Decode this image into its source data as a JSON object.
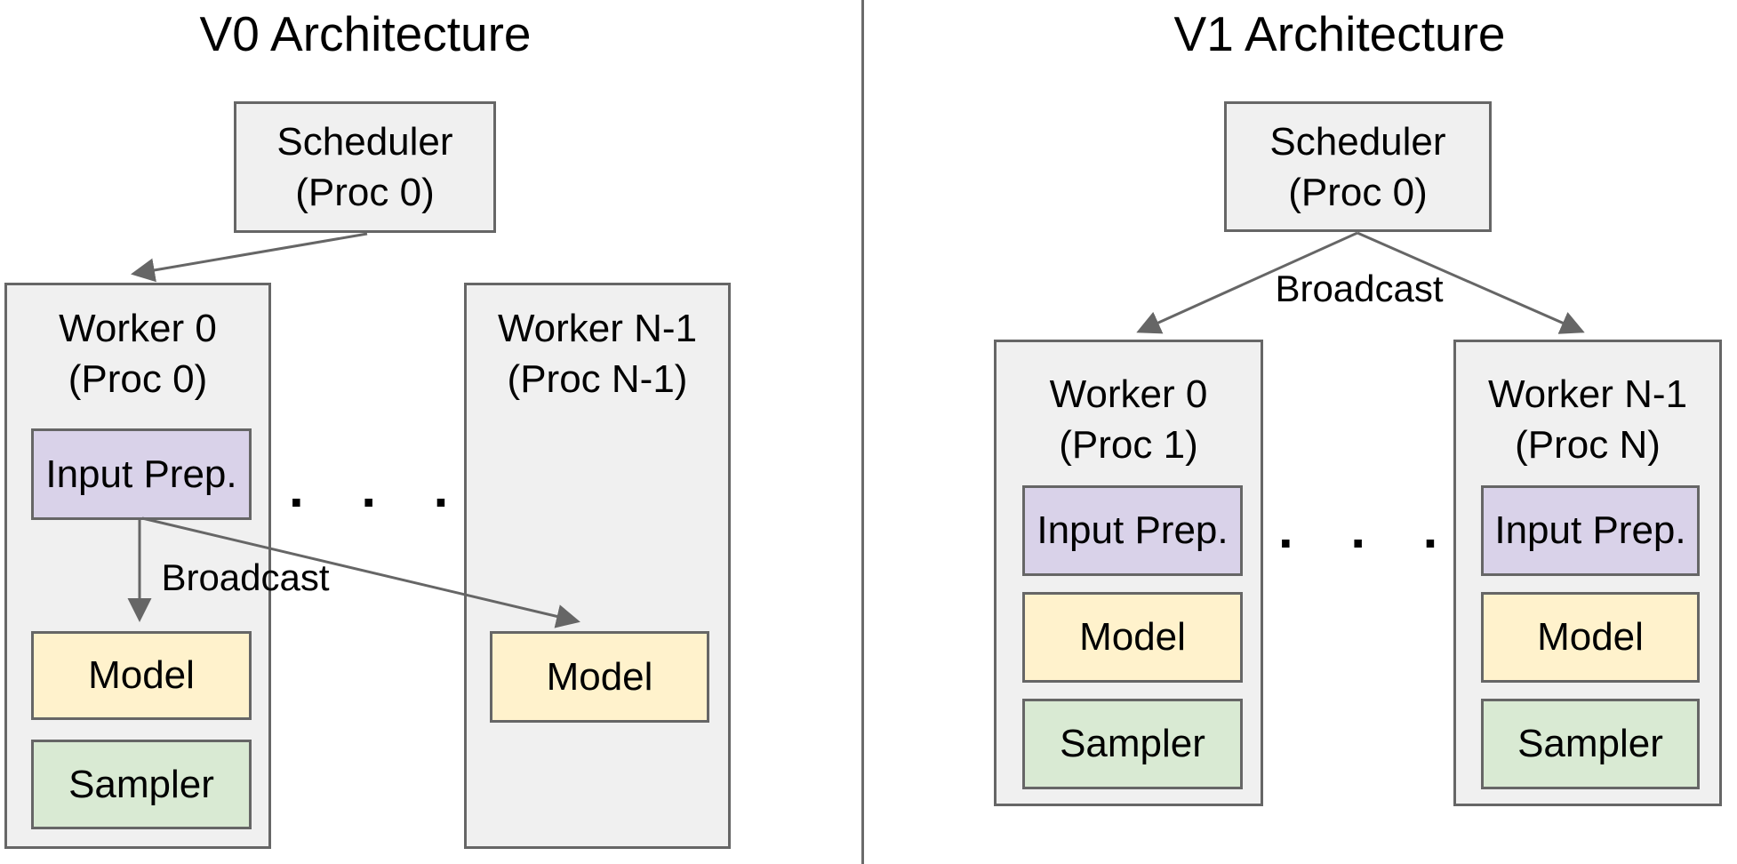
{
  "colors": {
    "background": "#ffffff",
    "box_fill": "#f0f0f0",
    "box_border": "#666666",
    "input_prep_fill": "#d9d2e9",
    "model_fill": "#fff2cc",
    "sampler_fill": "#d9ead3",
    "arrow_color": "#666666",
    "text_color": "#000000"
  },
  "v0": {
    "title": "V0 Architecture",
    "scheduler": {
      "line1": "Scheduler",
      "line2": "(Proc 0)"
    },
    "worker0": {
      "line1": "Worker 0",
      "line2": "(Proc 0)",
      "input_prep": "Input Prep.",
      "model": "Model",
      "sampler": "Sampler"
    },
    "workerN": {
      "line1": "Worker N-1",
      "line2": "(Proc N-1)",
      "model": "Model"
    },
    "broadcast": "Broadcast",
    "ellipsis": ". . ."
  },
  "v1": {
    "title": "V1 Architecture",
    "scheduler": {
      "line1": "Scheduler",
      "line2": "(Proc 0)"
    },
    "broadcast": "Broadcast",
    "worker0": {
      "line1": "Worker 0",
      "line2": "(Proc 1)",
      "input_prep": "Input Prep.",
      "model": "Model",
      "sampler": "Sampler"
    },
    "workerN": {
      "line1": "Worker N-1",
      "line2": "(Proc N)",
      "input_prep": "Input Prep.",
      "model": "Model",
      "sampler": "Sampler"
    },
    "ellipsis": ". . ."
  }
}
